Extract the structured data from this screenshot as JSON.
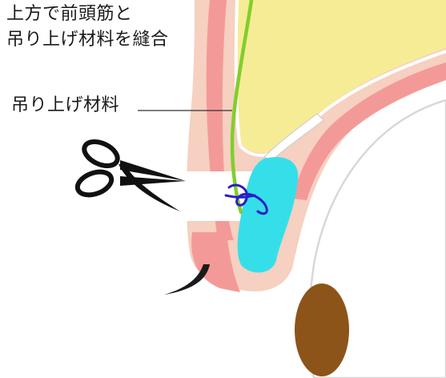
{
  "captions": {
    "step_line1": "上方で前頭筋と",
    "step_line2": "吊り上げ材料を縫合",
    "material_label": "吊り上げ材料"
  },
  "colors": {
    "skin": "#f6d0c0",
    "muscle": "#f39a98",
    "fat": "#f6ec96",
    "cornea_line": "#d8d8d8",
    "iris": "#8c5418",
    "sling": "#7fcf2c",
    "tarsus": "#35dfea",
    "suture": "#2a1ec8",
    "scissors": "#111111"
  },
  "icons": {
    "scissors": "scissors-icon"
  }
}
